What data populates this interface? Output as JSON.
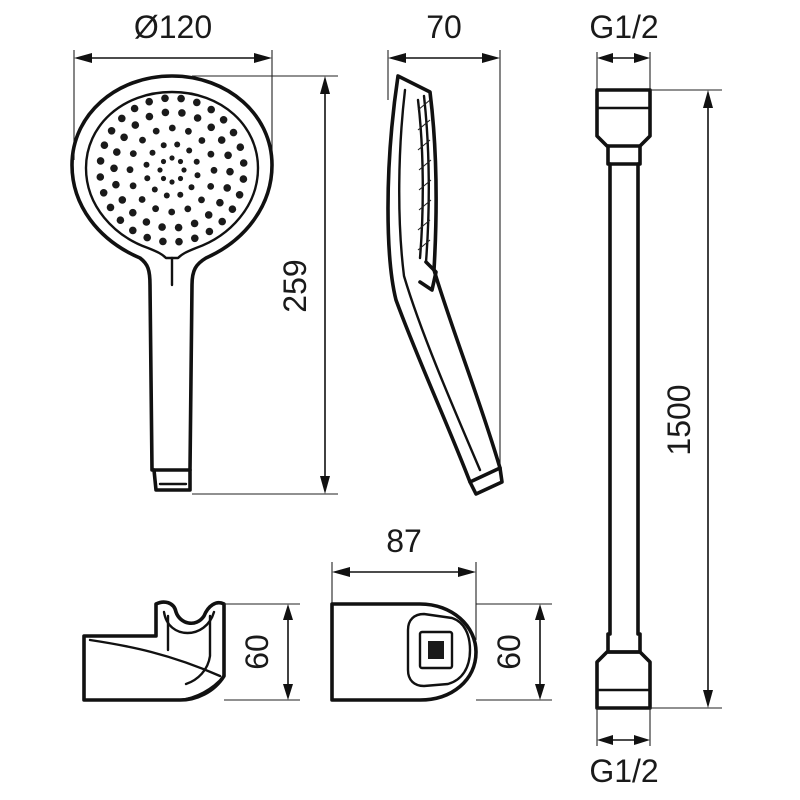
{
  "drawing": {
    "dimensions": {
      "head_diameter": "Ø120",
      "head_depth": "70",
      "hose_thread_top": "G1/2",
      "hose_thread_bottom": "G1/2",
      "head_length": "259",
      "hose_length": "1500",
      "holder_depth": "87",
      "holder_side_height": "60",
      "holder_front_height": "60"
    }
  }
}
